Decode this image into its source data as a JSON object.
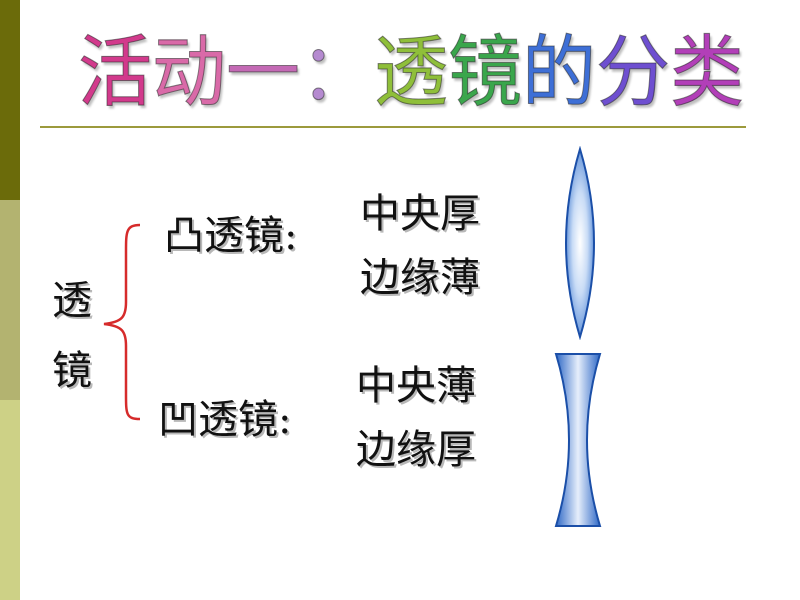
{
  "title": {
    "chars": [
      {
        "ch": "活",
        "color": "#d23a8c"
      },
      {
        "ch": "动",
        "color": "#d96aa8"
      },
      {
        "ch": "一",
        "color": "#c46ab5"
      },
      {
        "ch": "：",
        "color": "#b58ad0"
      },
      {
        "ch": "透",
        "color": "#8fbf3a"
      },
      {
        "ch": "镜",
        "color": "#3aa64c"
      },
      {
        "ch": "的",
        "color": "#3e6fd6"
      },
      {
        "ch": "分",
        "color": "#6e4fd0"
      },
      {
        "ch": "类",
        "color": "#b23fb8"
      }
    ]
  },
  "side_label": {
    "top": "透",
    "bottom": "镜"
  },
  "convex": {
    "label": "凸透镜:",
    "line1": "中央厚",
    "line2": "边缘薄"
  },
  "concave": {
    "label": "凹透镜:",
    "line1": "中央薄",
    "line2": "边缘厚"
  },
  "colors": {
    "bar_dark": "#6b6b0a",
    "bar_mid": "#b3b370",
    "bar_light": "#cdd186",
    "rule": "#9c9a3c",
    "brace": "#d62b2b",
    "lens_edge": "#1b4fa8",
    "lens_fill": "#4a86d8"
  }
}
